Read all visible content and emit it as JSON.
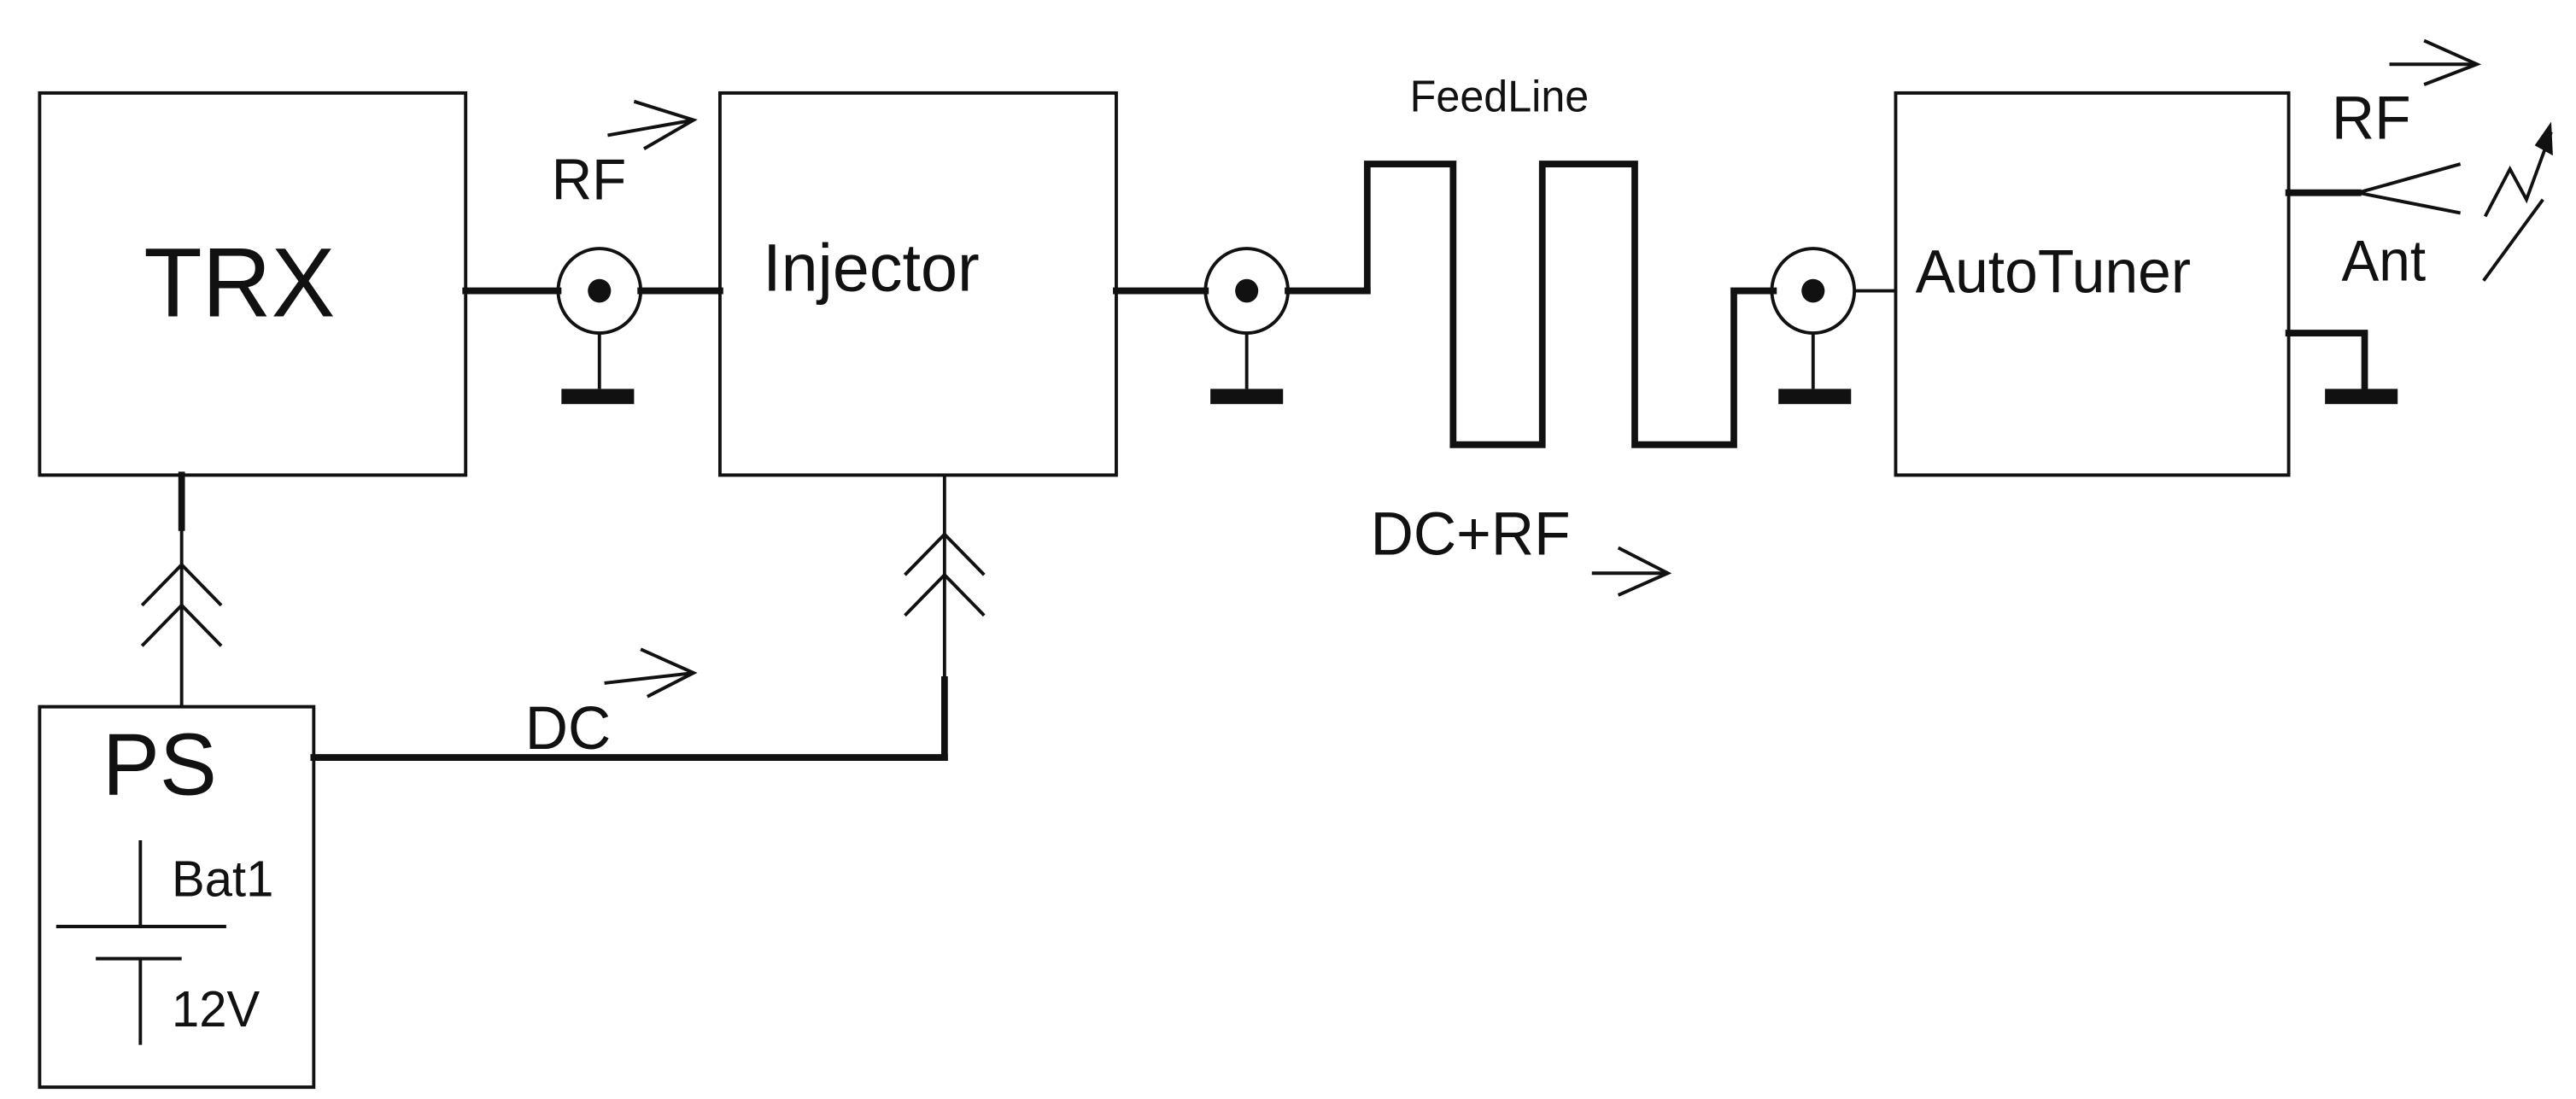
{
  "diagram": {
    "blocks": {
      "trx": "TRX",
      "injector": "Injector",
      "autotuner": "AutoTuner",
      "ps": "PS"
    },
    "labels": {
      "rf_trx_injector": "RF",
      "feedline": "FeedLine",
      "dc_rf": "DC+RF",
      "dc": "DC",
      "rf_out": "RF",
      "ant": "Ant",
      "bat": "Bat1",
      "voltage": "12V"
    }
  }
}
